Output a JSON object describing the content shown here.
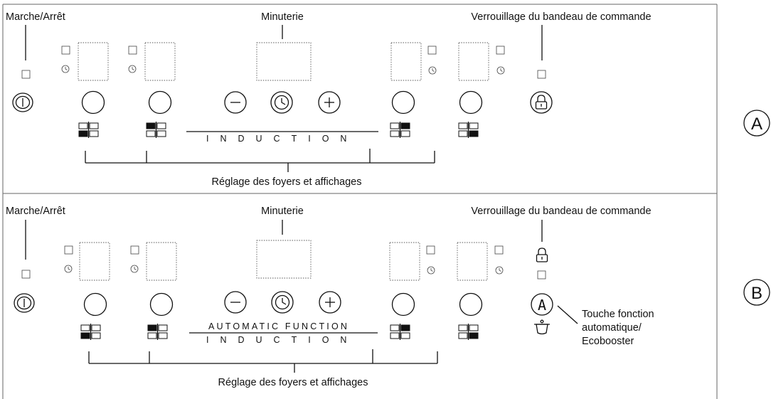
{
  "panelA": {
    "letter": "A",
    "onoff_label": "Marche/Arrêt",
    "timer_label": "Minuterie",
    "lock_label": "Verrouillage du bandeau de commande",
    "induction_text": "INDUCTION",
    "zones_label": "Réglage des foyers et affichages"
  },
  "panelB": {
    "letter": "B",
    "onoff_label": "Marche/Arrêt",
    "timer_label": "Minuterie",
    "lock_label": "Verrouillage du bandeau de commande",
    "automatic_text": "AUTOMATIC FUNCTION",
    "induction_text": "INDUCTION",
    "zones_label": "Réglage des foyers et affichages",
    "auto_key_label_lines": [
      "Touche fonction",
      "automatique/",
      "Ecobooster"
    ],
    "auto_key_glyph": "A"
  },
  "icons": [
    "power-icon",
    "timer-icon",
    "minus-icon",
    "plus-icon",
    "padlock-icon",
    "zone-indicator-icon",
    "pot-icon"
  ],
  "zone_indicators": [
    {
      "zone": "front-left",
      "active": "bottom-left"
    },
    {
      "zone": "rear-left",
      "active": "top-left"
    },
    {
      "zone": "rear-right",
      "active": "top-right"
    },
    {
      "zone": "front-right",
      "active": "bottom-right"
    }
  ]
}
